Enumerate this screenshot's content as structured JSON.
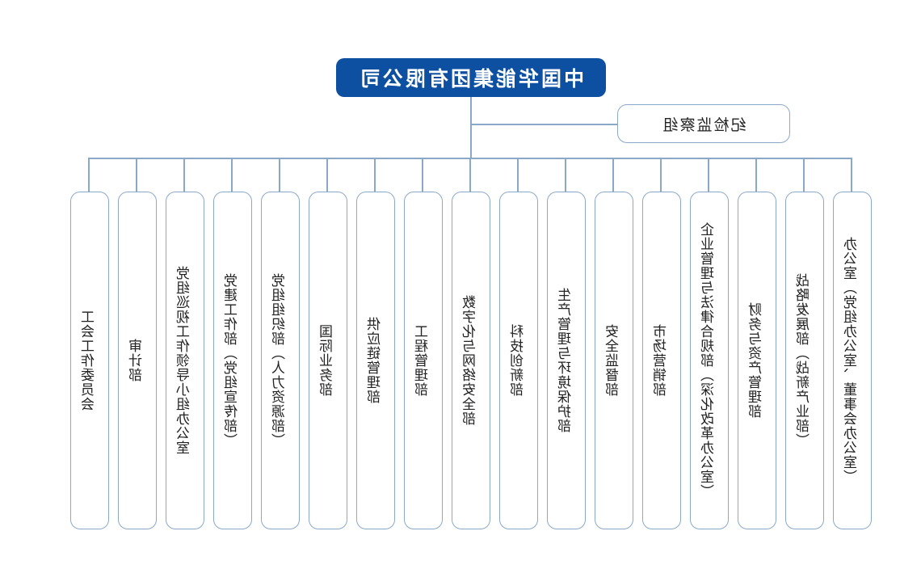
{
  "root": "中国华能集团有限公司",
  "side_unit": "纪检监察组",
  "departments": [
    "办公室（党组办公室、董事会办公室）",
    "战略发展部（战新产业部）",
    "财务与资产管理部",
    "企业管理与法律合规部（深化改革办公室）",
    "市场营销部",
    "安全监督部",
    "生产管理与环境保护部",
    "科技创新部",
    "数字化与网络安全部",
    "工程管理部",
    "供应链管理部",
    "国际业务部",
    "党组组织部（人力资源部）",
    "党建工作部（党组宣传部）",
    "党组巡视工作领导小组办公室",
    "审计部",
    "工会工作委员会"
  ],
  "colors": {
    "root_fill": "#0d4fa0",
    "root_text": "#ffffff",
    "border": "#8aa9c9",
    "line": "#8aa9c9",
    "text": "#222222"
  }
}
